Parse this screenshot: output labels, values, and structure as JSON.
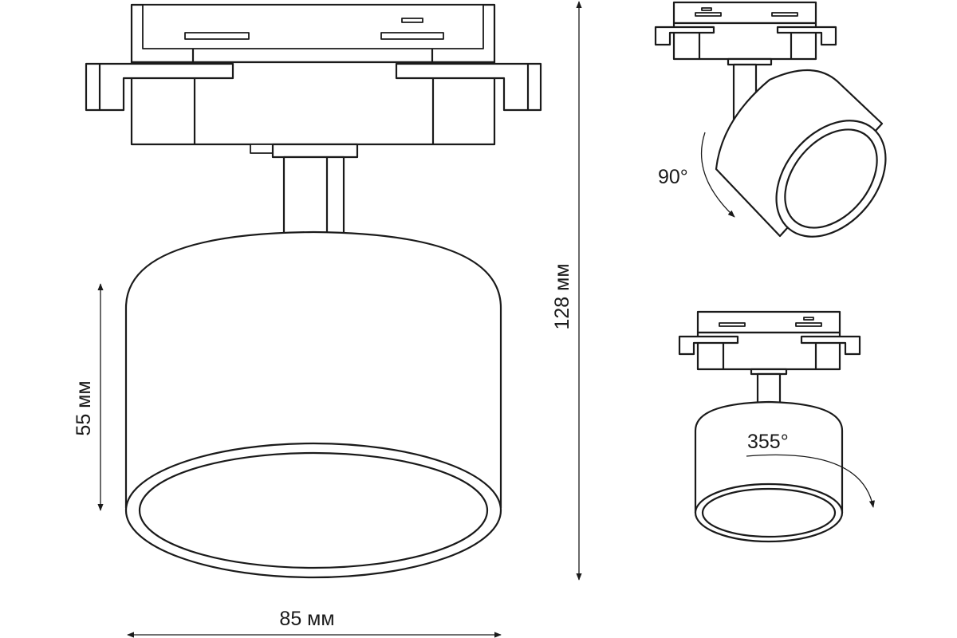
{
  "colors": {
    "line": "#1a1a1a",
    "background": "#ffffff"
  },
  "dimensions": {
    "width_label": "85 мм",
    "height_label": "128 мм",
    "shade_height_label": "55 мм"
  },
  "rotation": {
    "tilt_label": "90°",
    "swivel_label": "355°"
  }
}
